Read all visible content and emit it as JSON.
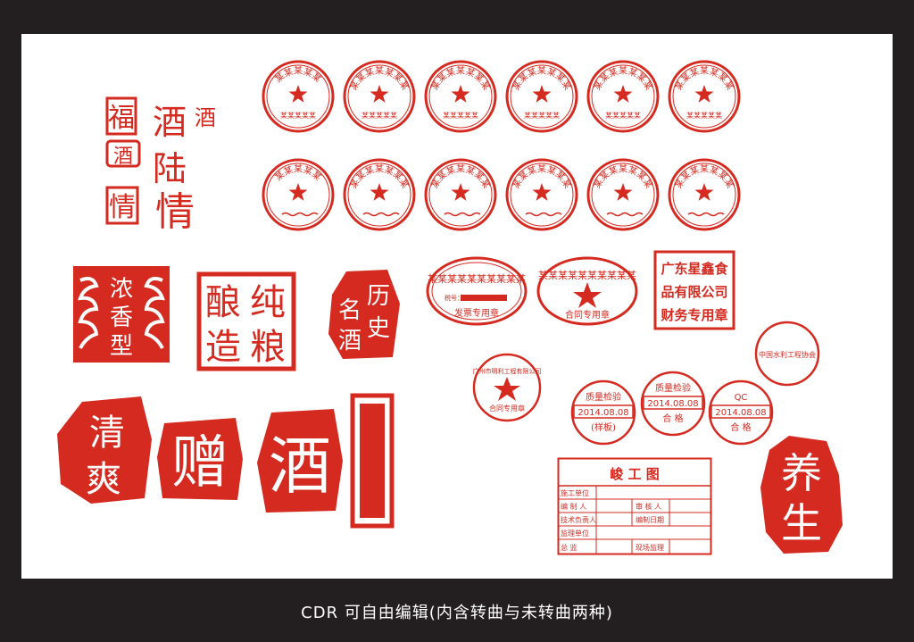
{
  "colors": {
    "seal_red": "#d42a20",
    "background": "#ffffff",
    "frame": "#231f20",
    "caption_text": "#ffffff"
  },
  "caption": "CDR 可自由编辑(内含转曲与未转曲两种)",
  "round_seals": {
    "row1": [
      "某某某某某",
      "某某某某某某某",
      "某某某某某某某",
      "某某某某某某某",
      "某某某某某某某",
      "某某某某某某某"
    ],
    "row1_bottom": [
      "某某某某某",
      "某某某某某",
      "某某某某某",
      "某某某某某",
      "某某某某某",
      "某某某某某"
    ],
    "row2": [
      "某某某某某",
      "某某某某某某某",
      "某某某某某某某",
      "某某某某某某某",
      "某某某某某某某",
      "某某某某某某某"
    ]
  },
  "oval_seals": [
    {
      "arc": "某某某某某某某某某某",
      "middle": "税号：",
      "bottom": "发票专用章"
    },
    {
      "arc": "某某某某某某某某某某",
      "bottom": "合同专用章"
    }
  ],
  "rect_seal": {
    "lines": [
      "广东星鑫食",
      "品有限公司",
      "财务专用章"
    ]
  },
  "small_round_seals": [
    {
      "arc": "广州市明利工程有限公司",
      "bottom": "合同专用章"
    },
    {
      "arc": "中国水利工程协会"
    }
  ],
  "qc_seals": [
    {
      "top": "质量检验",
      "date": "2014.08.08",
      "bottom": "(样板)"
    },
    {
      "top": "质量检验",
      "date": "2014.08.08",
      "bottom": "合 格"
    },
    {
      "top": "QC",
      "date": "2014.08.08",
      "bottom": "合 格"
    }
  ],
  "form": {
    "title": "峻 工 图",
    "rows": [
      {
        "left": "施工单位",
        "right": ""
      },
      {
        "left": "编 制 人",
        "right": "审 核 人"
      },
      {
        "left": "技术负责人",
        "right": "编制日期"
      },
      {
        "left": "监理单位",
        "right": ""
      },
      {
        "left": "总   监",
        "right": "现场监理"
      }
    ]
  },
  "art_seals": {
    "column_a": [
      "福",
      "酒",
      "情"
    ],
    "column_b": [
      "酒",
      "陆",
      "情"
    ],
    "nongxiang": [
      "浓",
      "香",
      "型"
    ],
    "chunliang": [
      "纯",
      "粮",
      "酿",
      "造"
    ],
    "lishi": [
      "历",
      "史",
      "名",
      "酒"
    ],
    "qingliang": [
      "清",
      "爽"
    ],
    "zeng": "赠",
    "jiu": "酒",
    "yangsheng": [
      "养",
      "生"
    ]
  }
}
